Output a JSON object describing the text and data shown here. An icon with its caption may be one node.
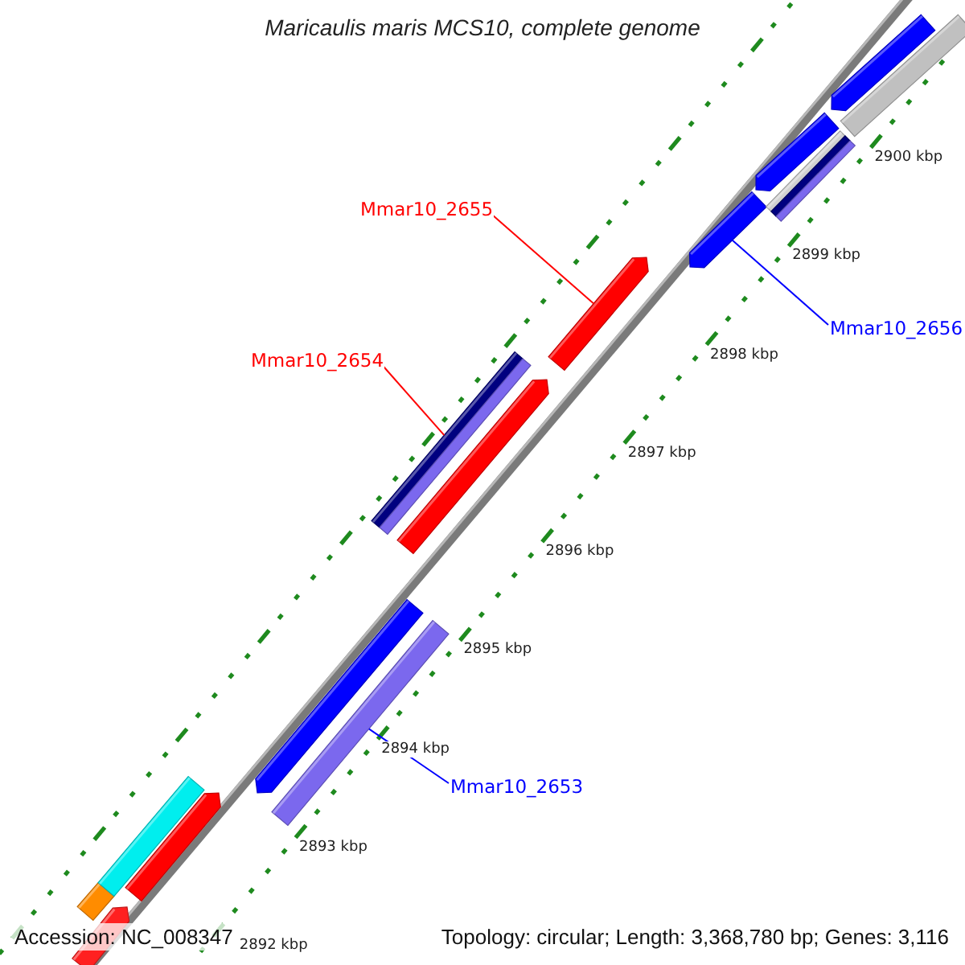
{
  "diagram": {
    "title": "Maricaulis maris MCS10, complete genome",
    "nodes": [
      {
        "text": [
          "Mmar10_2655"
        ]
      },
      {
        "text": [
          "Mmar10_2656"
        ]
      },
      {
        "text": [
          "Mmar10_2654"
        ]
      },
      {
        "text": [
          "Mmar10_2653"
        ]
      },
      {
        "text": [],
        "shape": "arrow"
      },
      {
        "text": [],
        "shape": "bar"
      },
      {
        "text": [],
        "shape": "bar"
      },
      {
        "text": [],
        "shape": "arrow"
      },
      {
        "text": [],
        "shape": "arrow"
      },
      {
        "text": [],
        "shape": "bar"
      },
      {
        "text": [],
        "shape": "bar"
      },
      {
        "text": [],
        "shape": "arrow"
      },
      {
        "text": [],
        "shape": "arrow"
      },
      {
        "text": [],
        "shape": "arrow"
      },
      {
        "text": [],
        "shape": "arrow"
      },
      {
        "text": [],
        "shape": "arrow"
      },
      {
        "text": [],
        "shape": "bar"
      },
      {
        "text": [],
        "shape": "bar"
      }
    ],
    "edges": [
      {
        "from": 0,
        "to": 12,
        "arrow": "none",
        "color": "#ff0000"
      },
      {
        "from": 1,
        "to": 13,
        "arrow": "none",
        "color": "#0000ff"
      },
      {
        "from": 2,
        "to": 10,
        "arrow": "none",
        "color": "#ff0000"
      },
      {
        "from": 3,
        "to": 9,
        "arrow": "none",
        "color": "#0000ff"
      }
    ],
    "labels": [
      "2900 kbp",
      "2899 kbp",
      "2898 kbp",
      "2897 kbp",
      "2896 kbp",
      "2895 kbp",
      "2894 kbp",
      "2893 kbp",
      "2892 kbp",
      "Accession: NC_008347",
      "Topology: circular; Length: 3,368,780 bp; Genes: 3,116"
    ]
  }
}
